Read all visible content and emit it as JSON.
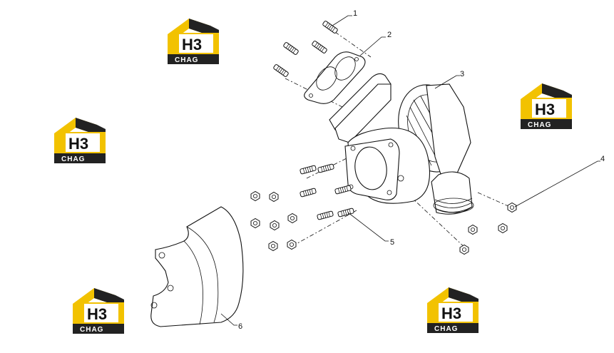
{
  "callouts": [
    "1",
    "2",
    "3",
    "4",
    "5",
    "6"
  ],
  "watermark": {
    "mark": "H3",
    "word": "CHAG",
    "primary_color": "#f2c200",
    "secondary_color": "#222222"
  }
}
